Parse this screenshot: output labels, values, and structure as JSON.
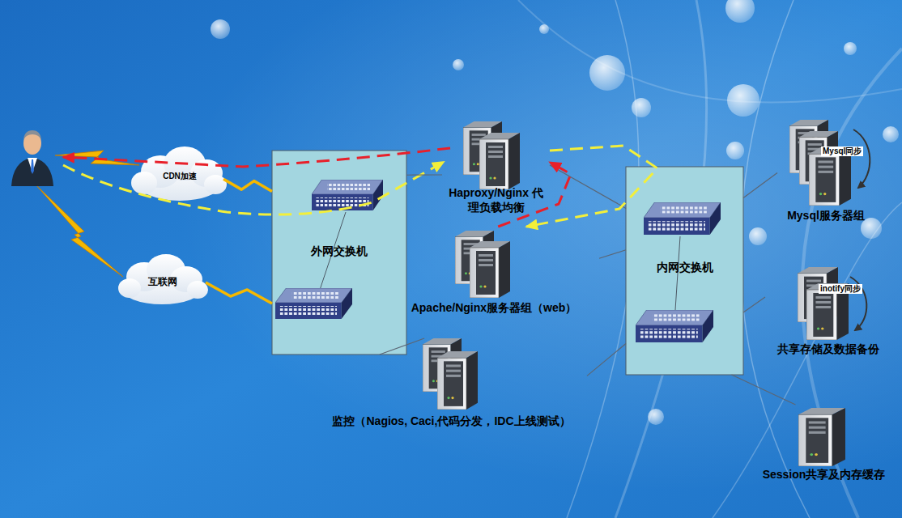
{
  "diagram": {
    "nodes": [
      {
        "text": [
          "CDN加速"
        ]
      },
      {
        "text": [
          "互联网"
        ]
      },
      {
        "text": [
          "外网交换机"
        ]
      },
      {
        "text": [
          "Haproxy/Nginx 代理负载均衡"
        ]
      },
      {
        "text": [
          "Apache/Nginx服务器组（web）"
        ]
      },
      {
        "text": [
          "监控（Nagios, Caci,代码分发，IDC上线测试）"
        ]
      },
      {
        "text": [
          "内网交换机"
        ]
      },
      {
        "text": [
          "Mysql服务器组"
        ]
      },
      {
        "text": [
          "共享存储及数据备份"
        ]
      },
      {
        "text": [
          "Session共享及内存缓存"
        ]
      }
    ],
    "edges": [
      {
        "from": 0,
        "to": 2,
        "arrow": "none"
      },
      {
        "from": 1,
        "to": 2,
        "arrow": "none"
      },
      {
        "from": 2,
        "to": 3,
        "arrow": "none"
      },
      {
        "from": 2,
        "to": 5,
        "arrow": "none"
      },
      {
        "from": 6,
        "to": 3,
        "arrow": "none"
      },
      {
        "from": 6,
        "to": 4,
        "arrow": "none"
      },
      {
        "from": 6,
        "to": 5,
        "arrow": "none"
      },
      {
        "from": 6,
        "to": 7,
        "arrow": "none"
      },
      {
        "from": 6,
        "to": 8,
        "arrow": "none"
      },
      {
        "from": 6,
        "to": 9,
        "arrow": "none"
      },
      {
        "from": 3,
        "to": 4,
        "arrow": "to"
      },
      {
        "from": 4,
        "to": 3,
        "arrow": "to"
      }
    ],
    "labels": [
      "Mysql同步",
      "inotify同步"
    ]
  }
}
